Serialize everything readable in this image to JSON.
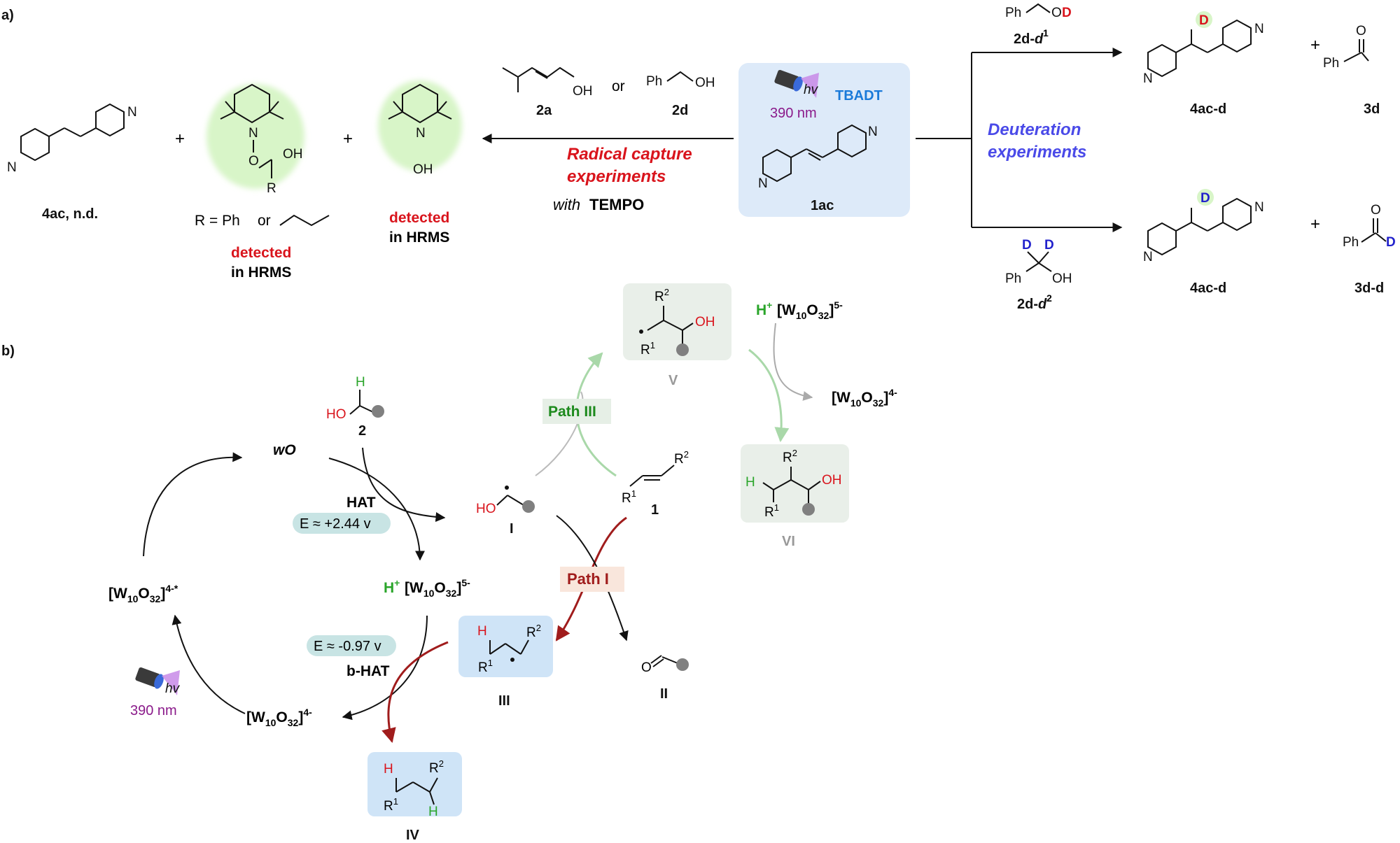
{
  "panel_a": {
    "label": "a)",
    "reactant": {
      "label": "1ac",
      "reagent": "TBADT",
      "wavelength": "390 nm",
      "hv": "hv"
    },
    "radical_capture": {
      "title_line1": "Radical capture",
      "title_line2": "experiments",
      "with_word": "with",
      "tempo_word": "TEMPO",
      "substrate_a": "2a",
      "substrate_d": "2d",
      "or_word": "or",
      "ph": "Ph",
      "oh": "OH"
    },
    "capture_products": {
      "product_4ac": "4ac, n.d.",
      "plus": "+",
      "adduct_r_def_prefix": "R = Ph",
      "adduct_r_def_or": "or",
      "adduct_detected": "detected",
      "adduct_in_hrms": "in HRMS",
      "tempoh_detected": "detected",
      "tempoh_in_hrms": "in HRMS",
      "atom_N": "N",
      "atom_O": "O",
      "atom_OH": "OH",
      "atom_R": "R"
    },
    "deuteration": {
      "title_line1": "Deuteration",
      "title_line2": "experiments",
      "reagent_top": "2d-d1",
      "reagent_top_main": "2d-",
      "reagent_top_d": "d",
      "reagent_top_sup": "1",
      "reagent_bottom_main": "2d-",
      "reagent_bottom_d": "d",
      "reagent_bottom_sup": "2",
      "product_top": "4ac-d",
      "byproduct_top": "3d",
      "product_bottom": "4ac-d",
      "byproduct_bottom": "3d-d",
      "atom_D": "D",
      "atom_O": "O",
      "ph": "Ph",
      "oh": "OH",
      "plus": "+"
    }
  },
  "panel_b": {
    "label": "b)",
    "cycle": {
      "wO": "wO",
      "substrate_label": "2",
      "hat": "HAT",
      "e_hat": "E ≈ +2.44 v",
      "h_w_species": "H+[W10O32]5-",
      "e_bhat": "E ≈ -0.97 v",
      "bhat": "b-HAT",
      "w_species": "[W10O32]4-",
      "w_excited": "[W10O32]4-*",
      "wavelength": "390 nm",
      "hv": "hv"
    },
    "intermediates": {
      "I": "I",
      "II": "II",
      "III": "III",
      "IV": "IV",
      "V": "V",
      "VI": "VI",
      "alkene_label": "1"
    },
    "paths": {
      "path_I": "Path I",
      "path_III": "Path III"
    },
    "side_cycle": {
      "h_w_species": "H+[W10O32]5-",
      "w_species": "[W10O32]4-"
    },
    "atoms": {
      "H": "H",
      "HO": "HO",
      "OH": "OH",
      "O": "O",
      "R1": "R1",
      "R2": "R2"
    }
  },
  "colors": {
    "red": "#d9141c",
    "green": "#2aa52a",
    "blue": "#2222cc",
    "purple": "#8a1a8a",
    "tbadt_blue": "#1a7ad9",
    "path_I": "#a01c1c",
    "path_III": "#1d8a1d",
    "box_blue": "#ddeaf9",
    "box_gray": "#e9efe9",
    "highlight_green": "#d8f5c8"
  }
}
